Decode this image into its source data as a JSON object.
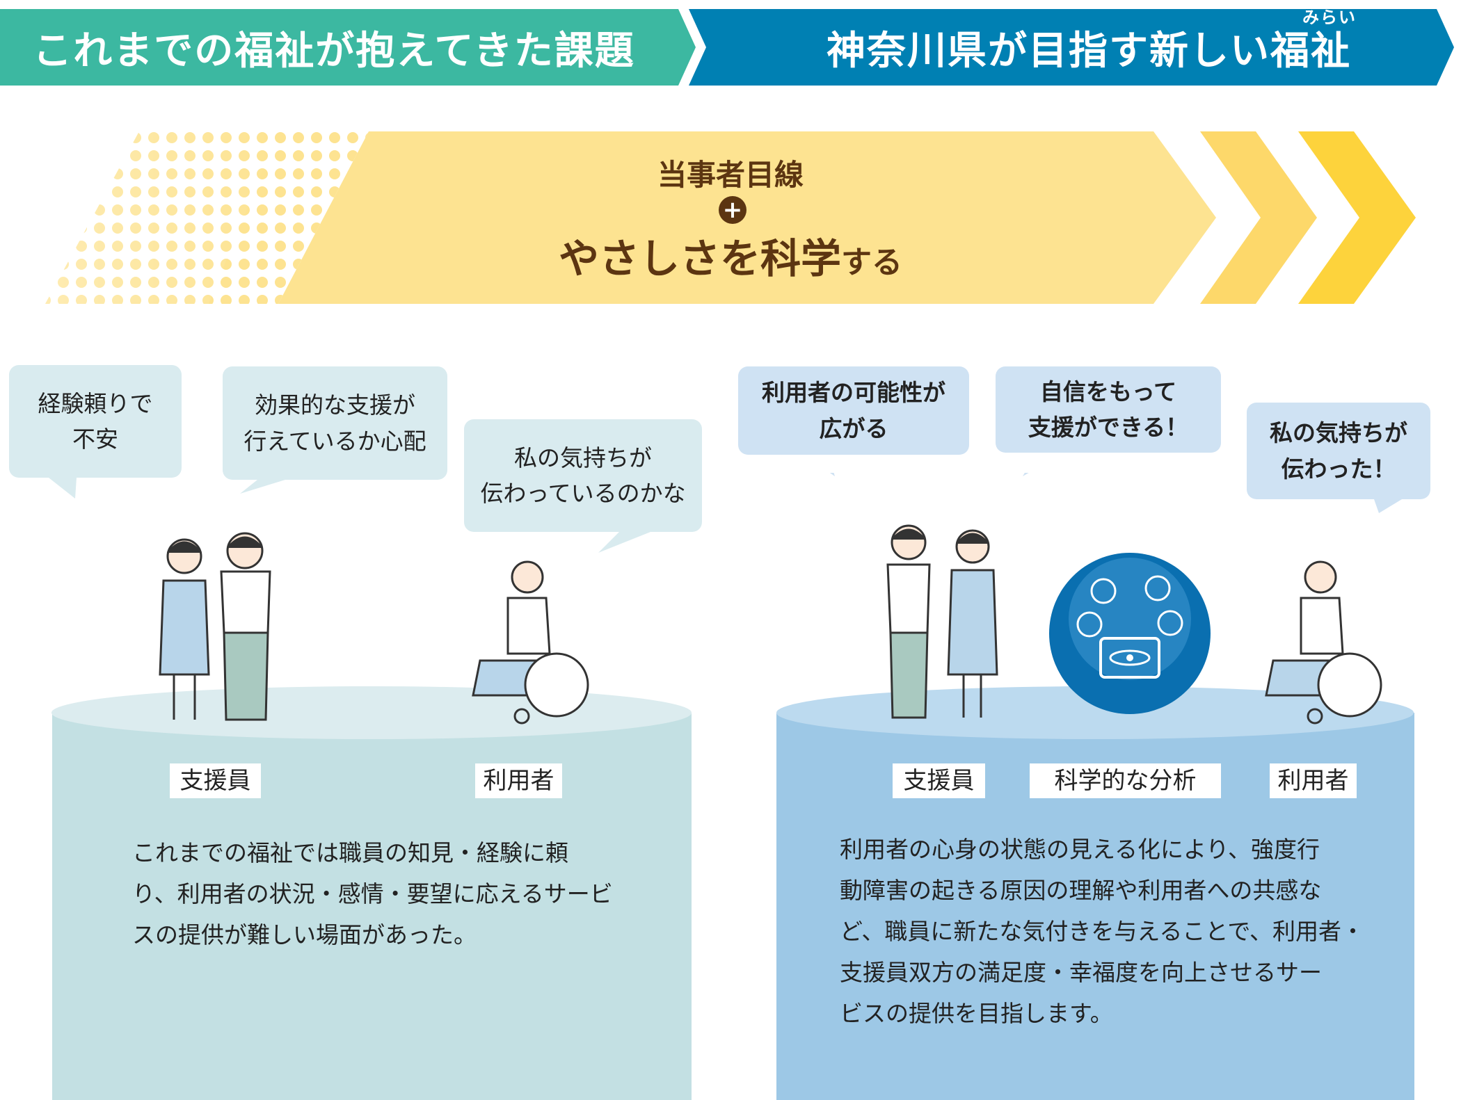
{
  "header": {
    "left_title": "これまでの福祉が抱えてきた課題",
    "right_title": "神奈川県が目指す新しい福祉",
    "right_ruby": "みらい"
  },
  "banner": {
    "line1": "当事者目線",
    "plus": "+",
    "line2_main": "やさしさを科学",
    "line2_tail": "する"
  },
  "left": {
    "bubbles": [
      {
        "lines": [
          "経験頼りで",
          "不安"
        ]
      },
      {
        "lines": [
          "効果的な支援が",
          "行えているか心配"
        ]
      },
      {
        "lines": [
          "私の気持ちが",
          "伝わっているのかな"
        ]
      }
    ],
    "labels": {
      "staff": "支援員",
      "user": "利用者"
    },
    "text": [
      "これまでの福祉では職員の知見・経験に頼",
      "り、利用者の状況・感情・要望に応えるサービ",
      "スの提供が難しい場面があった。"
    ]
  },
  "right": {
    "bubbles": [
      {
        "lines": [
          "利用者の可能性が",
          "広がる"
        ]
      },
      {
        "lines": [
          "自信をもって",
          "支援ができる！"
        ]
      },
      {
        "lines": [
          "私の気持ちが",
          "伝わった！"
        ]
      }
    ],
    "labels": {
      "staff": "支援員",
      "analysis": "科学的な分析",
      "user": "利用者"
    },
    "text": [
      "利用者の心身の状態の見える化により、強度行",
      "動障害の起きる原因の理解や利用者への共感な",
      "ど、職員に新たな気付きを与えることで、利用者・",
      "支援員双方の満足度・幸福度を向上させるサー",
      "ビスの提供を目指します。"
    ]
  },
  "colors": {
    "green": "#3cb8a1",
    "blue": "#0080b3",
    "yellow": "#fde391",
    "brown": "#5c3511",
    "left_cyl": "#c3e0e3",
    "right_cyl": "#9dc8e6"
  }
}
